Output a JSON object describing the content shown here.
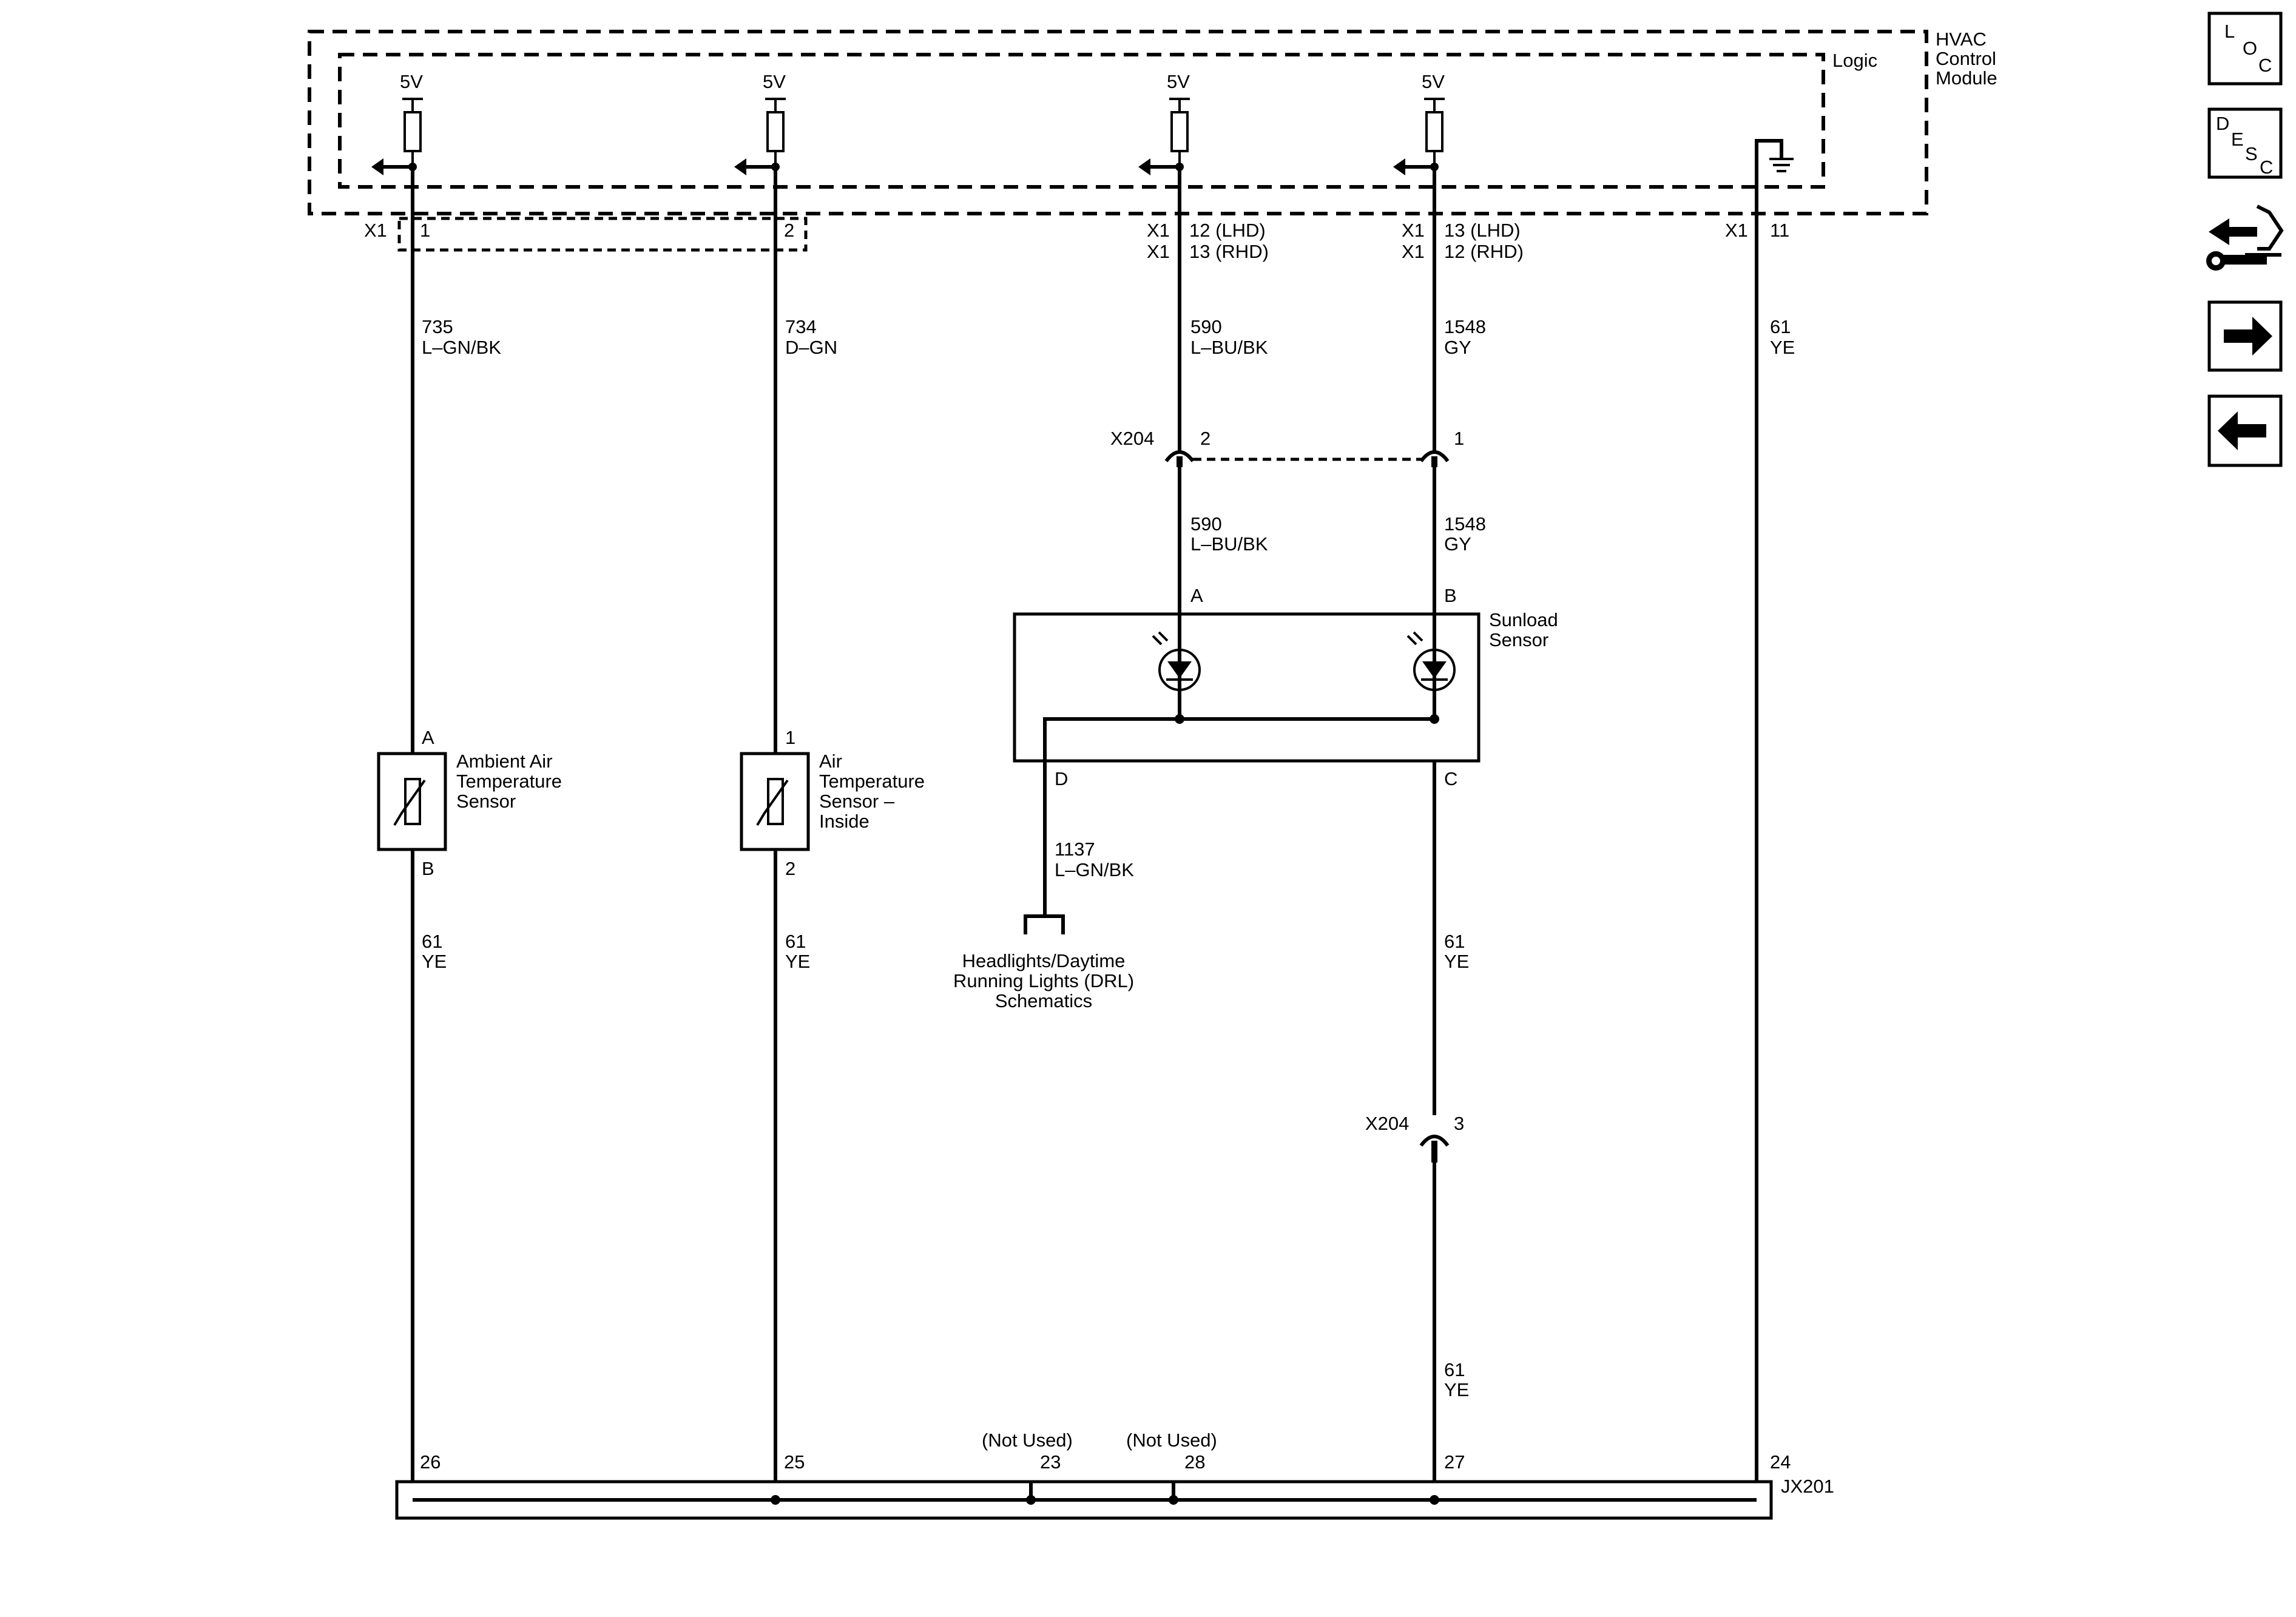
{
  "module": {
    "name_lines": [
      "HVAC",
      "Control",
      "Module"
    ],
    "logic_label": "Logic",
    "supply_label": "5V"
  },
  "circuits": [
    {
      "id": "ambient",
      "connector_top": "X1",
      "pin_top": "1",
      "circuit": "735",
      "color": "L–GN/BK",
      "sensor_pin_top": "A",
      "sensor_pin_bottom": "B",
      "sensor_lines": [
        "Ambient Air",
        "Temperature",
        "Sensor"
      ],
      "return_circuit": "61",
      "return_color": "YE",
      "jx_pin": "26"
    },
    {
      "id": "inside",
      "pin_top": "2",
      "circuit": "734",
      "color": "D–GN",
      "sensor_pin_top": "1",
      "sensor_pin_bottom": "2",
      "sensor_lines": [
        "Air",
        "Temperature",
        "Sensor –",
        "Inside"
      ],
      "return_circuit": "61",
      "return_color": "YE",
      "jx_pin": "25"
    },
    {
      "id": "sunload-a",
      "connector_top": [
        "X1",
        "X1"
      ],
      "pin_top": [
        "12 (LHD)",
        "13 (RHD)"
      ],
      "circuit": "590",
      "color": "L–BU/BK",
      "x204": "X204",
      "x204_pin": "2",
      "circuit_below": "590",
      "color_below": "L–BU/BK",
      "sensor_pin": "A"
    },
    {
      "id": "sunload-b",
      "connector_top": [
        "X1",
        "X1"
      ],
      "pin_top": [
        "13 (LHD)",
        "12 (RHD)"
      ],
      "circuit": "1548",
      "color": "GY",
      "x204_pin": "1",
      "circuit_below": "1548",
      "color_below": "GY",
      "sensor_pin": "B",
      "sensor_pin_bottom": "C",
      "return_circuit": "61",
      "return_color": "YE",
      "x204_lower": "X204",
      "x204_lower_pin": "3",
      "return_circuit_2": "61",
      "return_color_2": "YE",
      "jx_pin": "27"
    },
    {
      "id": "ground",
      "connector_top": "X1",
      "pin_top": "11",
      "circuit": "61",
      "color": "YE",
      "jx_pin": "24"
    }
  ],
  "sunload_sensor": {
    "name_lines": [
      "Sunload",
      "Sensor"
    ],
    "pin_d": "D",
    "circuit": "1137",
    "color": "L–GN/BK",
    "reference_lines": [
      "Headlights/Daytime",
      "Running Lights (DRL)",
      "Schematics"
    ]
  },
  "jx201": {
    "name": "JX201",
    "unused": [
      {
        "label": "(Not Used)",
        "pin": "23"
      },
      {
        "label": "(Not Used)",
        "pin": "28"
      }
    ]
  },
  "nav": {
    "loc_letters": [
      "L",
      "O",
      "C"
    ],
    "desc_letters": [
      "D",
      "E",
      "S",
      "C"
    ],
    "buttons": [
      "loc-button",
      "desc-button",
      "connector-repair-button",
      "next-page-button",
      "previous-page-button"
    ]
  }
}
